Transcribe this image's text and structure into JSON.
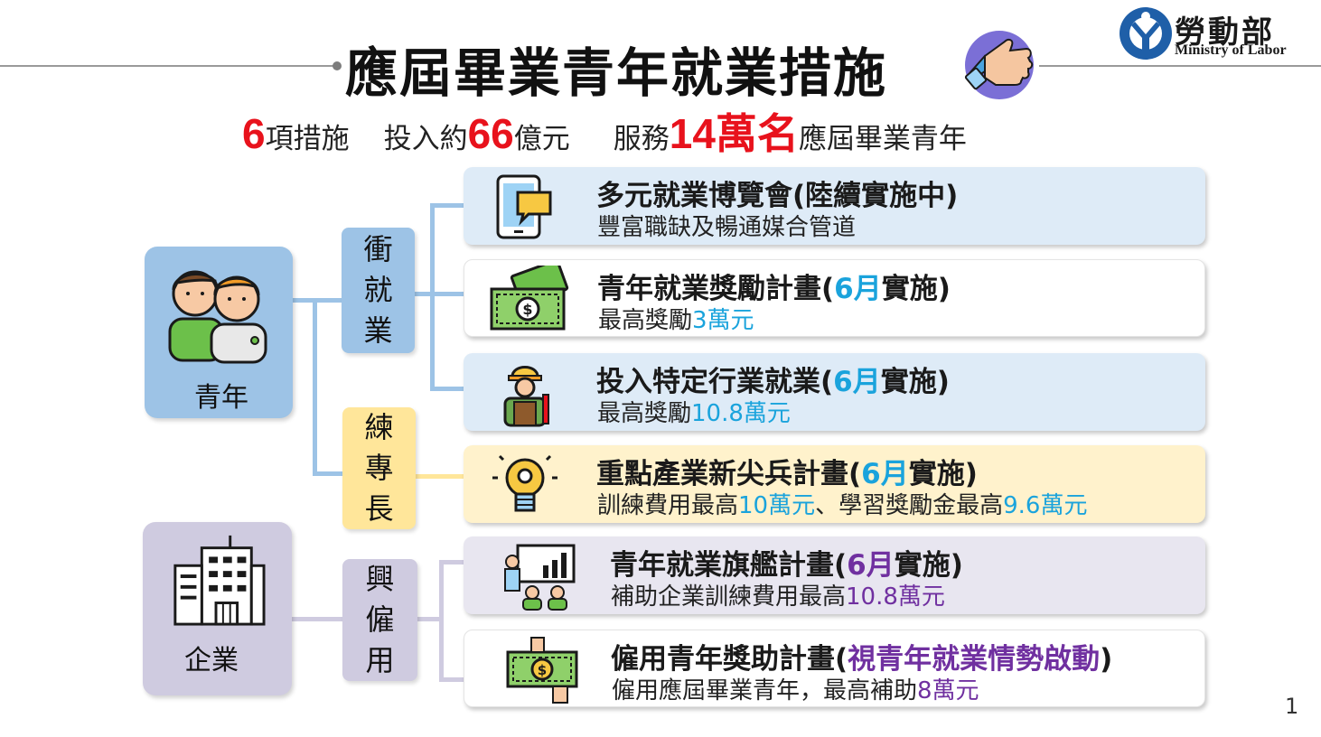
{
  "header": {
    "title": "應屆畢業青年就業措施",
    "logo_cn": "勞動部",
    "logo_en": "Ministry of Labor"
  },
  "subtitle": {
    "n1": "6",
    "t1": "項措施",
    "t2": "投入約",
    "n2": "66",
    "t3": "億元",
    "t4": "服務",
    "n3": "14萬名",
    "t5": "應屆畢業青年"
  },
  "groups": {
    "youth": "青年",
    "business": "企業"
  },
  "categories": {
    "boost_employment": [
      "衝",
      "就",
      "業"
    ],
    "train_skills": [
      "練",
      "專",
      "長"
    ],
    "promote_hiring": [
      "興",
      "僱",
      "用"
    ]
  },
  "cards": [
    {
      "title": "多元就業博覽會(陸續實施中)",
      "sub": "豐富職缺及暢通媒合管道"
    },
    {
      "title_a": "青年就業獎勵計畫(",
      "title_hl": "6月",
      "title_b": "實施)",
      "sub_a": "最高獎勵",
      "sub_hl": "3萬元"
    },
    {
      "title_a": "投入特定行業就業(",
      "title_hl": "6月",
      "title_b": "實施)",
      "sub_a": "最高獎勵",
      "sub_hl": "10.8萬元"
    },
    {
      "title_a": "重點產業新尖兵計畫(",
      "title_hl": "6月",
      "title_b": "實施)",
      "sub_a": "訓練費用最高",
      "sub_hl": "10萬元",
      "sub_b": "、學習獎勵金最高",
      "sub_hl2": "9.6萬元"
    },
    {
      "title_a": "青年就業旗艦計畫(",
      "title_hl": "6月",
      "title_b": "實施)",
      "sub_a": "補助企業訓練費用最高",
      "sub_hl": "10.8萬元"
    },
    {
      "title_a": "僱用青年獎助計畫(",
      "title_hl": "視青年就業情勢啟動",
      "title_b": ")",
      "sub_a": "僱用應屆畢業青年，最高補助",
      "sub_hl": "8萬元"
    }
  ],
  "page_number": "1",
  "colors": {
    "red": "#e8121c",
    "blue_highlight": "#1aa3dc",
    "purple_highlight": "#7030a0",
    "youth_box": "#9dc3e6",
    "business_box": "#cfcbe0",
    "train_box": "#ffe69a"
  },
  "icons": {
    "thumb": "thumbs-up-icon",
    "youth": "two-people-icon",
    "business": "office-building-icon",
    "card1": "tablet-chat-icon",
    "card2": "money-bills-icon",
    "card3": "worker-helmet-icon",
    "card4": "lightbulb-gear-icon",
    "card5": "presentation-icon",
    "card6": "hand-money-icon"
  }
}
